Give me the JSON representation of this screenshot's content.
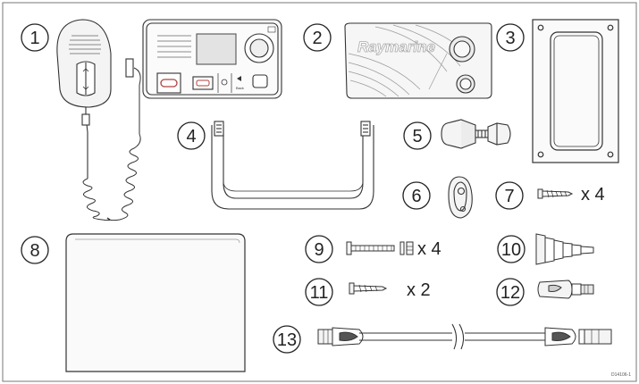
{
  "callouts": [
    "1",
    "2",
    "3",
    "4",
    "5",
    "6",
    "7",
    "8",
    "9",
    "10",
    "11",
    "12",
    "13"
  ],
  "quantities": {
    "item7": "x 4",
    "item9": "x 4",
    "item11": "x 2"
  },
  "radio": {
    "brand": "Raymarine",
    "back_label": "Back"
  },
  "figure_id": "D14106-1",
  "colors": {
    "stroke": "#333333",
    "fill_light": "#f4f4f4",
    "accent_red": "#b0413e"
  }
}
